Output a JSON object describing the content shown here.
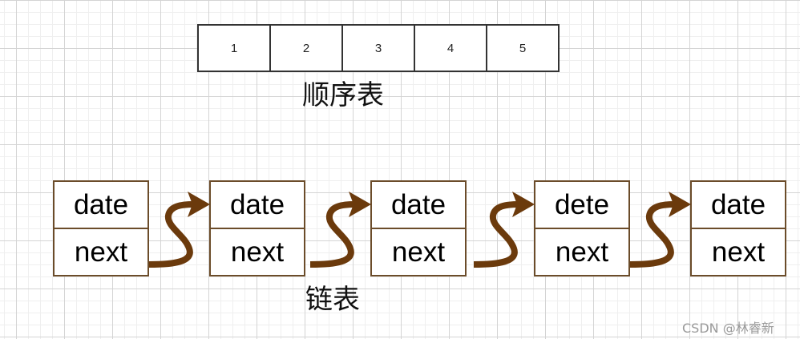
{
  "sequential_list": {
    "cells": [
      "1",
      "2",
      "3",
      "4",
      "5"
    ],
    "label": "顺序表"
  },
  "linked_list": {
    "label": "链表",
    "nodes": [
      {
        "data_label": "date",
        "next_label": "next"
      },
      {
        "data_label": "date",
        "next_label": "next"
      },
      {
        "data_label": "date",
        "next_label": "next"
      },
      {
        "data_label": "dete",
        "next_label": "next"
      },
      {
        "data_label": "date",
        "next_label": "next"
      }
    ],
    "arrow_color": "#6b3a0c",
    "node_border_color": "#6b4c2a"
  },
  "watermark": "CSDN @林睿新"
}
